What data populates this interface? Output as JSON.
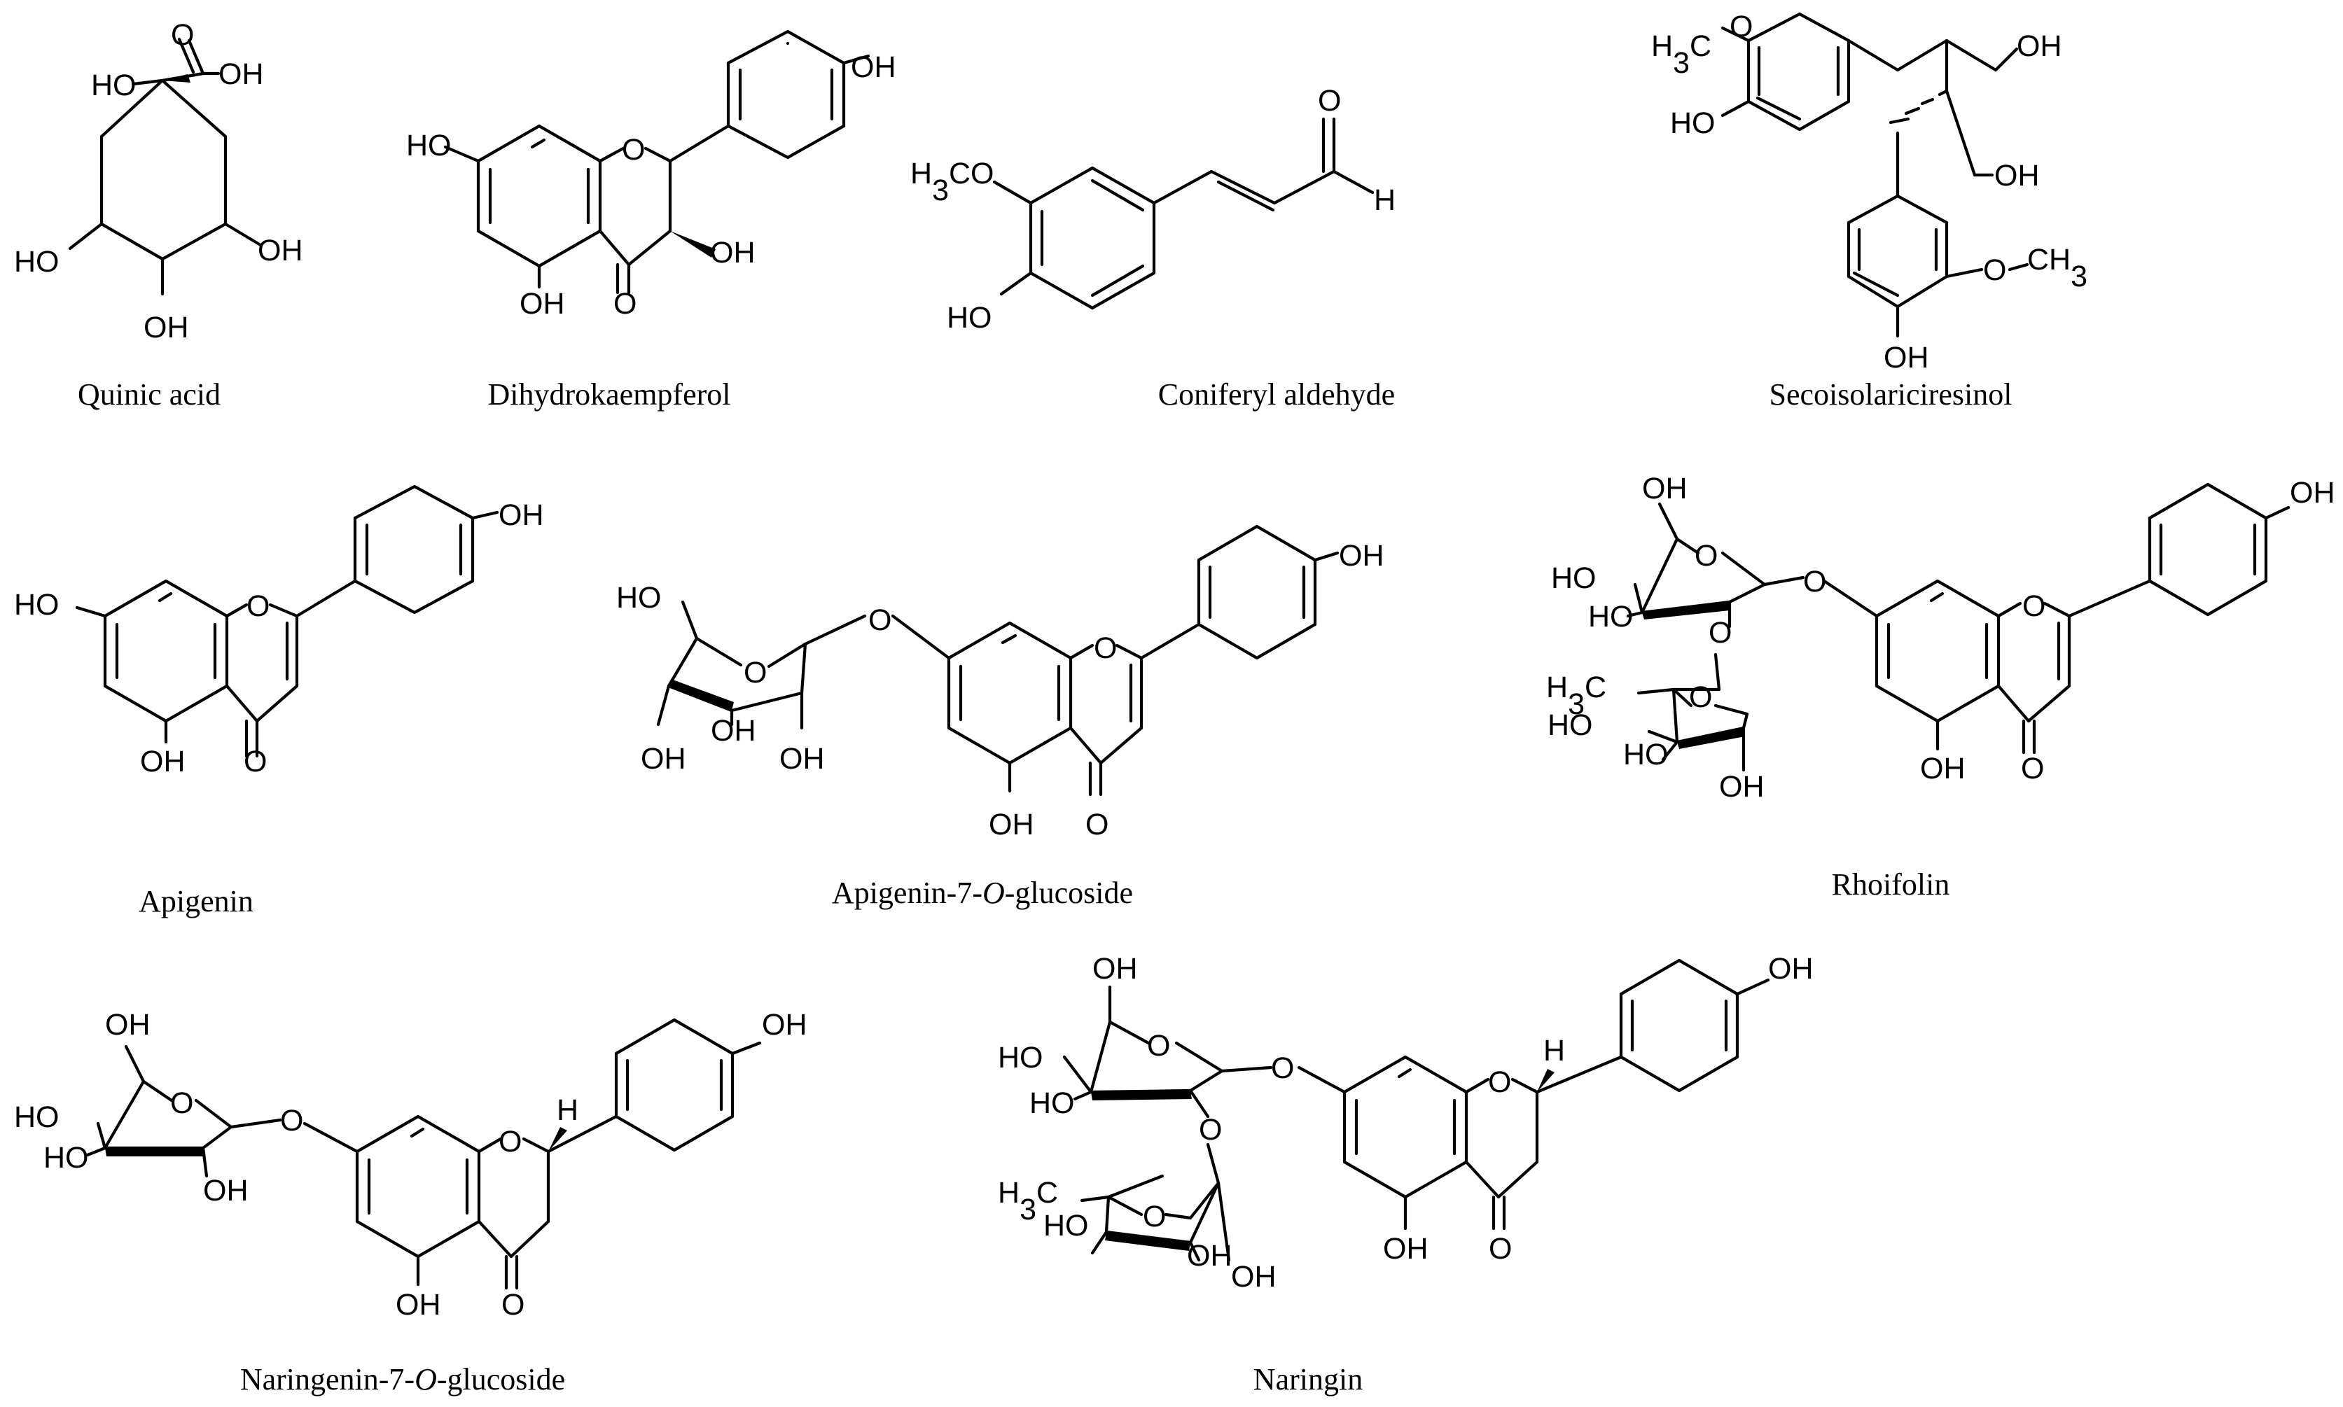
{
  "figure": {
    "compounds": [
      {
        "id": "quinic-acid",
        "name": "Quinic acid",
        "labels": [
          {
            "id": "cooh-o",
            "text": "O"
          },
          {
            "id": "cooh-oh",
            "text": "OH"
          },
          {
            "id": "c1-ho",
            "text": "HO"
          },
          {
            "id": "c5-oh",
            "text": "OH"
          },
          {
            "id": "c3-ho",
            "text": "HO"
          },
          {
            "id": "c4-oh",
            "text": "OH"
          }
        ]
      },
      {
        "id": "dihydrokaempferol",
        "name": "Dihydrokaempferol",
        "labels": [
          {
            "id": "b-oh",
            "text": "OH"
          },
          {
            "id": "a7-ho",
            "text": "HO"
          },
          {
            "id": "ring-o",
            "text": "O"
          },
          {
            "id": "c3-oh",
            "text": "OH"
          },
          {
            "id": "a5-oh",
            "text": "OH"
          },
          {
            "id": "c4-o",
            "text": "O"
          }
        ]
      },
      {
        "id": "coniferyl-aldehyde",
        "name": "Coniferyl aldehyde",
        "labels": [
          {
            "id": "cho-o",
            "text": "O"
          },
          {
            "id": "cho-h",
            "text": "H"
          },
          {
            "id": "h3co",
            "text": "H3CO"
          },
          {
            "id": "ho",
            "text": "HO"
          }
        ]
      },
      {
        "id": "secoisolariciresinol",
        "name": "Secoisolariciresinol",
        "labels": [
          {
            "id": "top-o",
            "text": "O"
          },
          {
            "id": "top-h3c",
            "text": "H3C"
          },
          {
            "id": "top-ho",
            "text": "HO"
          },
          {
            "id": "ch2oh-1",
            "text": "OH"
          },
          {
            "id": "ch2oh-2",
            "text": "OH"
          },
          {
            "id": "bot-o",
            "text": "O"
          },
          {
            "id": "bot-ch3",
            "text": "CH3"
          },
          {
            "id": "bot-oh",
            "text": "OH"
          }
        ]
      },
      {
        "id": "apigenin",
        "name": "Apigenin",
        "labels": [
          {
            "id": "b-oh",
            "text": "OH"
          },
          {
            "id": "a7-ho",
            "text": "HO"
          },
          {
            "id": "ring-o",
            "text": "O"
          },
          {
            "id": "a5-oh",
            "text": "OH"
          },
          {
            "id": "c4-o",
            "text": "O"
          }
        ]
      },
      {
        "id": "apigenin-7-o-glucoside",
        "name_parts": [
          "Apigenin-7-",
          "O",
          "-glucoside"
        ],
        "labels": [
          {
            "id": "b-oh",
            "text": "OH"
          },
          {
            "id": "glyco-o",
            "text": "O"
          },
          {
            "id": "ring-o",
            "text": "O"
          },
          {
            "id": "sugar-ch2oh",
            "text": "HO"
          },
          {
            "id": "sugar-ring-o",
            "text": "O"
          },
          {
            "id": "sugar-oh-1",
            "text": "OH"
          },
          {
            "id": "sugar-oh-2",
            "text": "OH"
          },
          {
            "id": "sugar-oh-3",
            "text": "OH"
          },
          {
            "id": "a5-oh",
            "text": "OH"
          },
          {
            "id": "c4-o",
            "text": "O"
          }
        ]
      },
      {
        "id": "rhoifolin",
        "name": "Rhoifolin",
        "labels": [
          {
            "id": "glc-ch2oh",
            "text": "OH"
          },
          {
            "id": "glc-ring-o",
            "text": "O"
          },
          {
            "id": "glc-ho-1",
            "text": "HO"
          },
          {
            "id": "glc-ho-2",
            "text": "HO"
          },
          {
            "id": "glyco-o",
            "text": "O"
          },
          {
            "id": "link-o",
            "text": "O"
          },
          {
            "id": "ring-o",
            "text": "O"
          },
          {
            "id": "b-oh",
            "text": "OH"
          },
          {
            "id": "rha-h3c",
            "text": "H3C"
          },
          {
            "id": "rha-ring-o",
            "text": "O"
          },
          {
            "id": "rha-ho-1",
            "text": "HO"
          },
          {
            "id": "rha-ho-2",
            "text": "HO"
          },
          {
            "id": "rha-oh",
            "text": "OH"
          },
          {
            "id": "a5-oh",
            "text": "OH"
          },
          {
            "id": "c4-o",
            "text": "O"
          }
        ]
      },
      {
        "id": "naringenin-7-o-glucoside",
        "name_parts": [
          "Naringenin-7-",
          "O",
          "-glucoside"
        ],
        "labels": [
          {
            "id": "glc-ch2oh",
            "text": "OH"
          },
          {
            "id": "glc-ring-o",
            "text": "O"
          },
          {
            "id": "glc-ho-1",
            "text": "HO"
          },
          {
            "id": "glc-ho-2",
            "text": "HO"
          },
          {
            "id": "glc-oh",
            "text": "OH"
          },
          {
            "id": "glyco-o",
            "text": "O"
          },
          {
            "id": "ring-o",
            "text": "O"
          },
          {
            "id": "c2-h",
            "text": "H"
          },
          {
            "id": "b-oh",
            "text": "OH"
          },
          {
            "id": "a5-oh",
            "text": "OH"
          },
          {
            "id": "c4-o",
            "text": "O"
          }
        ]
      },
      {
        "id": "naringin",
        "name": "Naringin",
        "labels": [
          {
            "id": "glc-ch2oh",
            "text": "OH"
          },
          {
            "id": "glc-ring-o",
            "text": "O"
          },
          {
            "id": "glc-ho-1",
            "text": "HO"
          },
          {
            "id": "glc-ho-2",
            "text": "HO"
          },
          {
            "id": "glyco-o",
            "text": "O"
          },
          {
            "id": "link-o",
            "text": "O"
          },
          {
            "id": "ring-o",
            "text": "O"
          },
          {
            "id": "c2-h",
            "text": "H"
          },
          {
            "id": "b-oh",
            "text": "OH"
          },
          {
            "id": "rha-h3c",
            "text": "H3C"
          },
          {
            "id": "rha-ring-o",
            "text": "O"
          },
          {
            "id": "rha-ho",
            "text": "HO"
          },
          {
            "id": "rha-oh-1",
            "text": "OH"
          },
          {
            "id": "rha-oh-2",
            "text": "OH"
          },
          {
            "id": "a5-oh",
            "text": "OH"
          },
          {
            "id": "c4-o",
            "text": "O"
          }
        ]
      }
    ]
  }
}
